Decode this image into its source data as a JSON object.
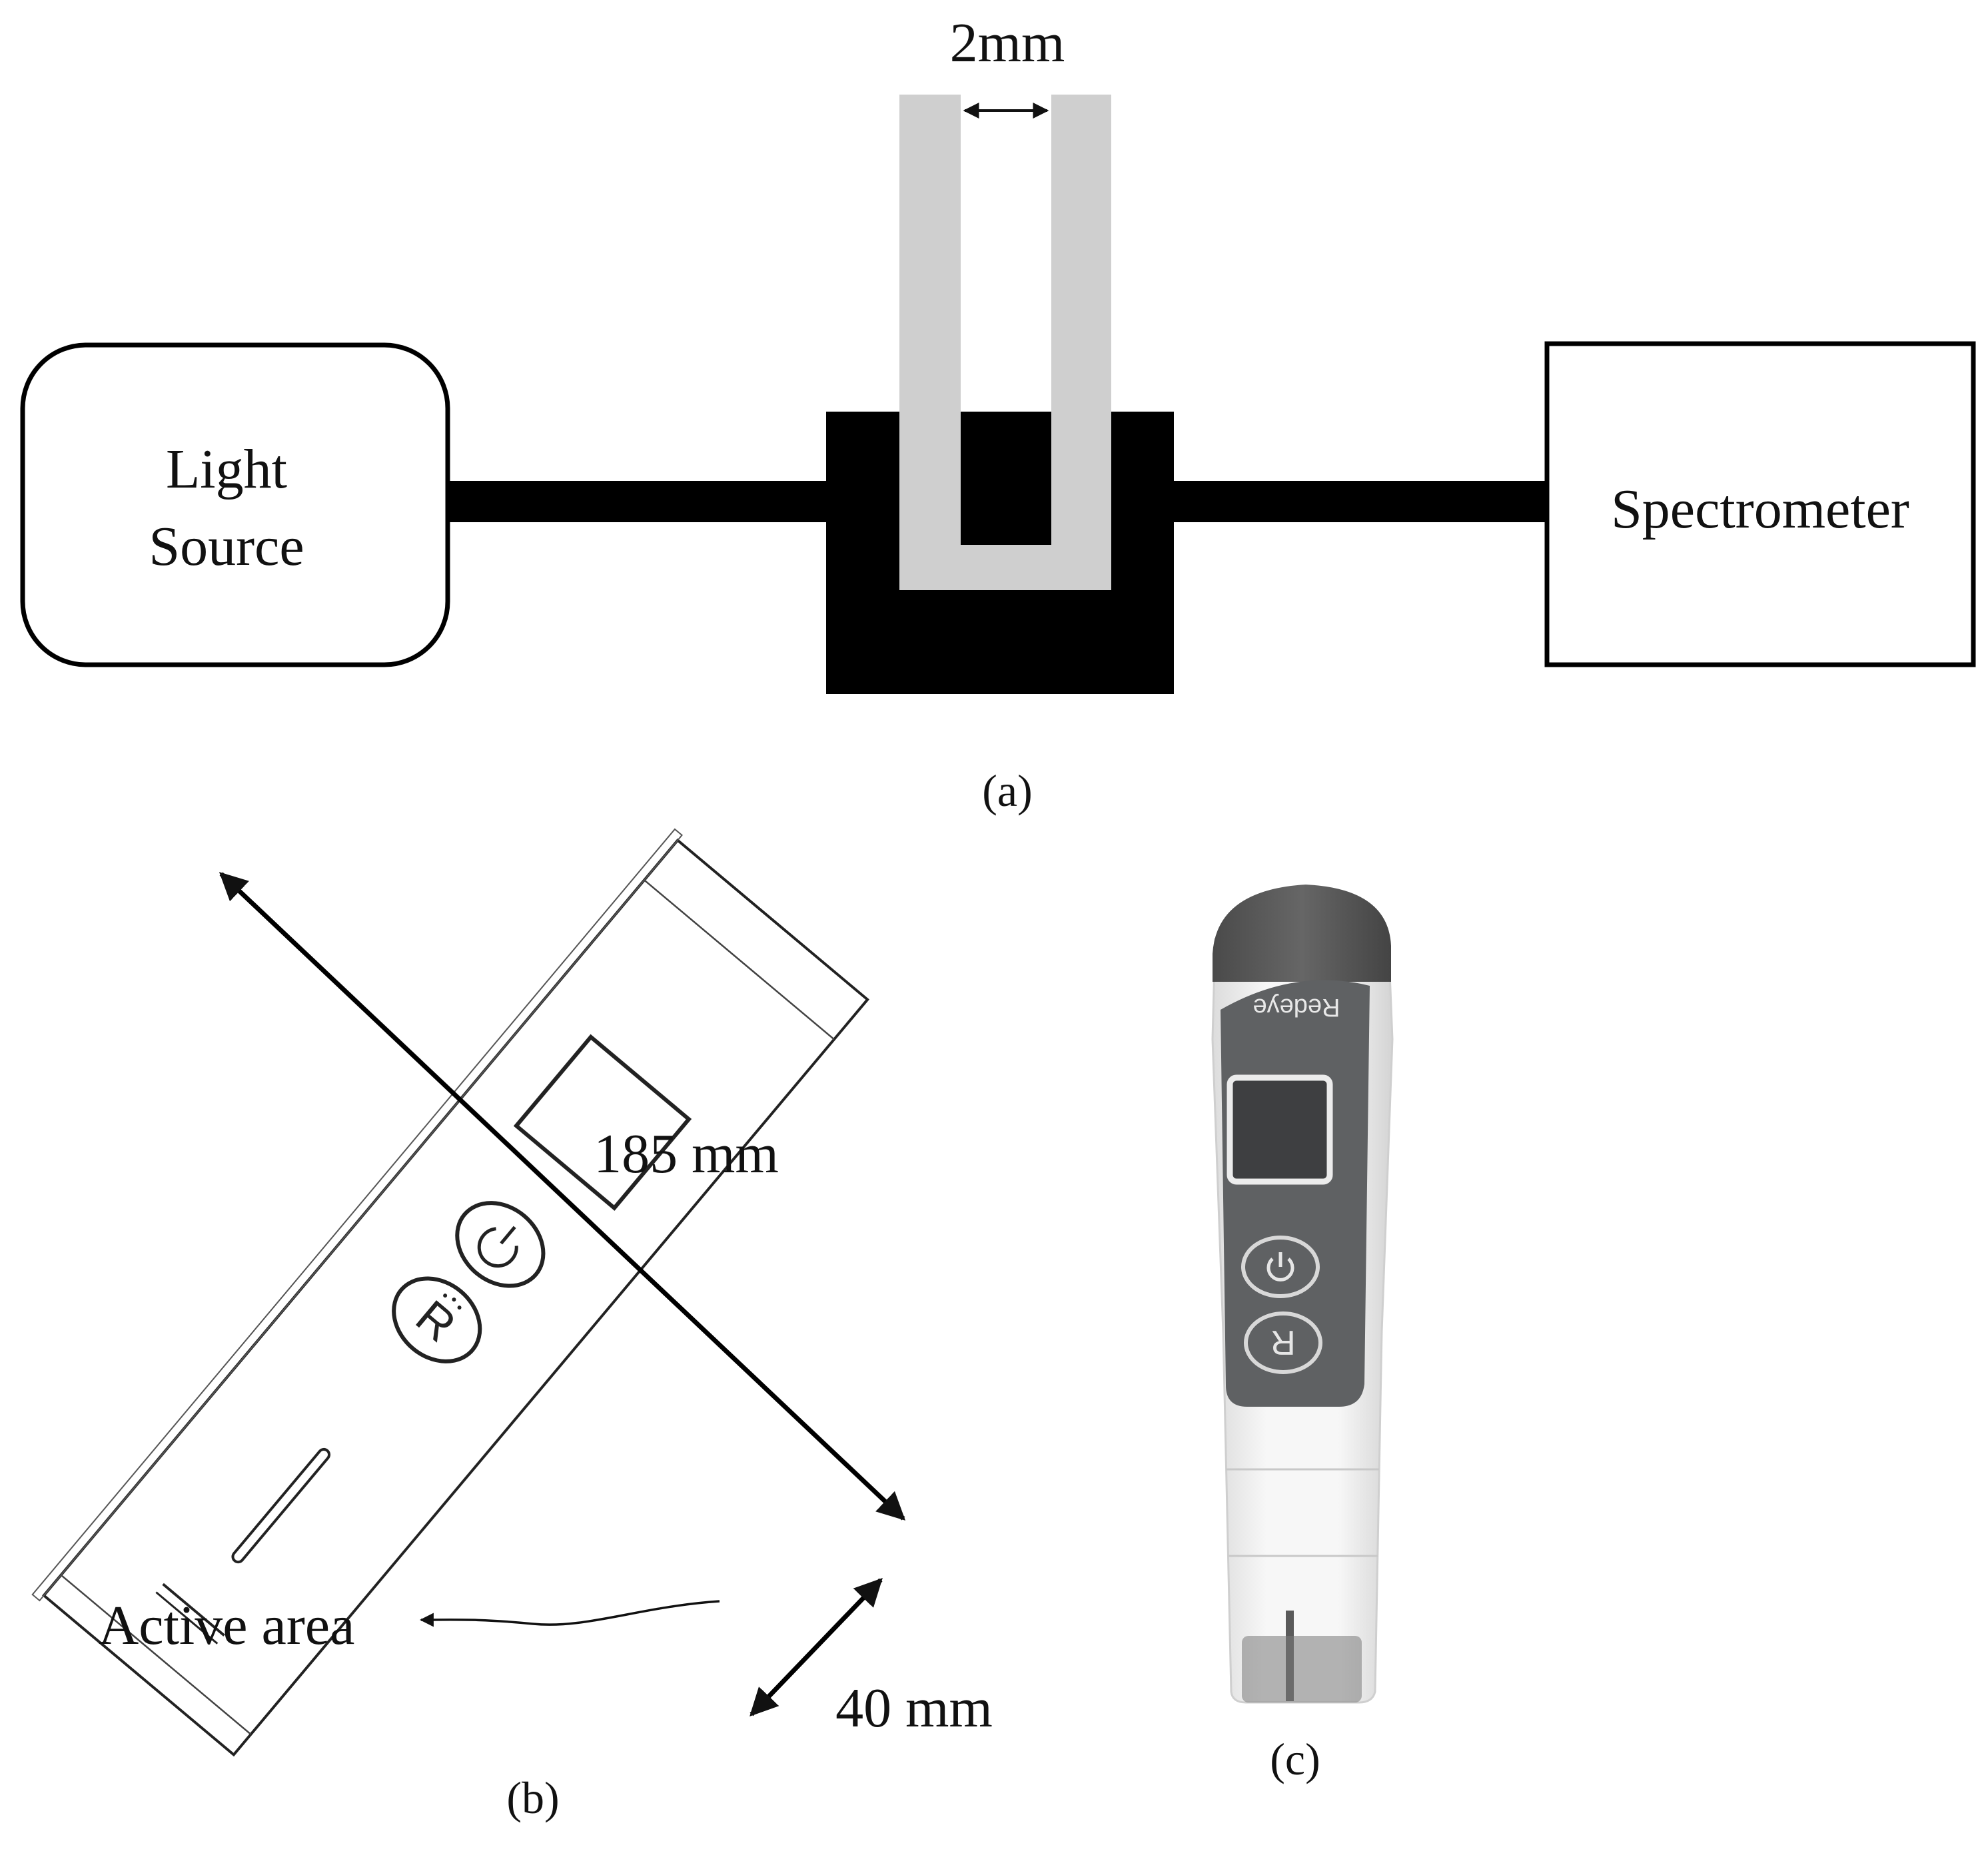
{
  "panel_a": {
    "gap_label": "2mm",
    "light_source_line1": "Light",
    "light_source_line2": "Source",
    "spectrometer_label": "Spectrometer",
    "caption": "(a)"
  },
  "panel_b": {
    "length_label": "185 mm",
    "width_label": "40 mm",
    "active_area_label": "Active area",
    "caption": "(b)"
  },
  "panel_c": {
    "brand_text": "Redeye",
    "caption": "(c)"
  },
  "colors": {
    "cuvette": "#cfcfcf",
    "holder": "#000000",
    "device_body": "#f2f2f2",
    "device_cap": "#5a5a5a",
    "device_panel": "#5f6163"
  }
}
